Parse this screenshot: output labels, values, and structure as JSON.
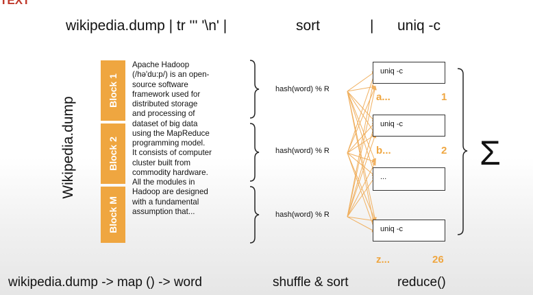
{
  "title_fragment": "TEXT",
  "header": {
    "pipeline_left": "wikipedia.dump | tr ''' '\\n' |",
    "pipeline_sort": "sort",
    "pipeline_sep": "|",
    "pipeline_uniq": "uniq -c"
  },
  "file_label": "Wikipedia.dump",
  "blocks": [
    "Block 1",
    "Block 2",
    "Block M"
  ],
  "paragraph": [
    "Apache Hadoop",
    "(/hə'du:p/) is an open-",
    "source software",
    "framework used for",
    "distributed storage",
    "and processing of",
    "dataset of big data",
    "using the MapReduce",
    "programming model.",
    "It consists of computer",
    "cluster built from",
    "commodity hardware.",
    "All the modules in",
    "Hadoop are designed",
    "with a fundamental",
    "assumption that..."
  ],
  "hash_label": "hash(word) % R",
  "reducers": [
    {
      "label": "uniq -c",
      "key": "a...",
      "count": "1"
    },
    {
      "label": "uniq -c",
      "key": "b...",
      "count": "2"
    },
    {
      "label": "...",
      "key": "",
      "count": ""
    },
    {
      "label": "uniq -c",
      "key": "z...",
      "count": "26"
    }
  ],
  "sigma": "Σ",
  "footer": {
    "map": "wikipedia.dump -> map () -> word",
    "shuffle": "shuffle & sort",
    "reduce": "reduce()"
  },
  "colors": {
    "accent": "#efa640",
    "text": "#111111",
    "arrow": "#f0b060"
  }
}
